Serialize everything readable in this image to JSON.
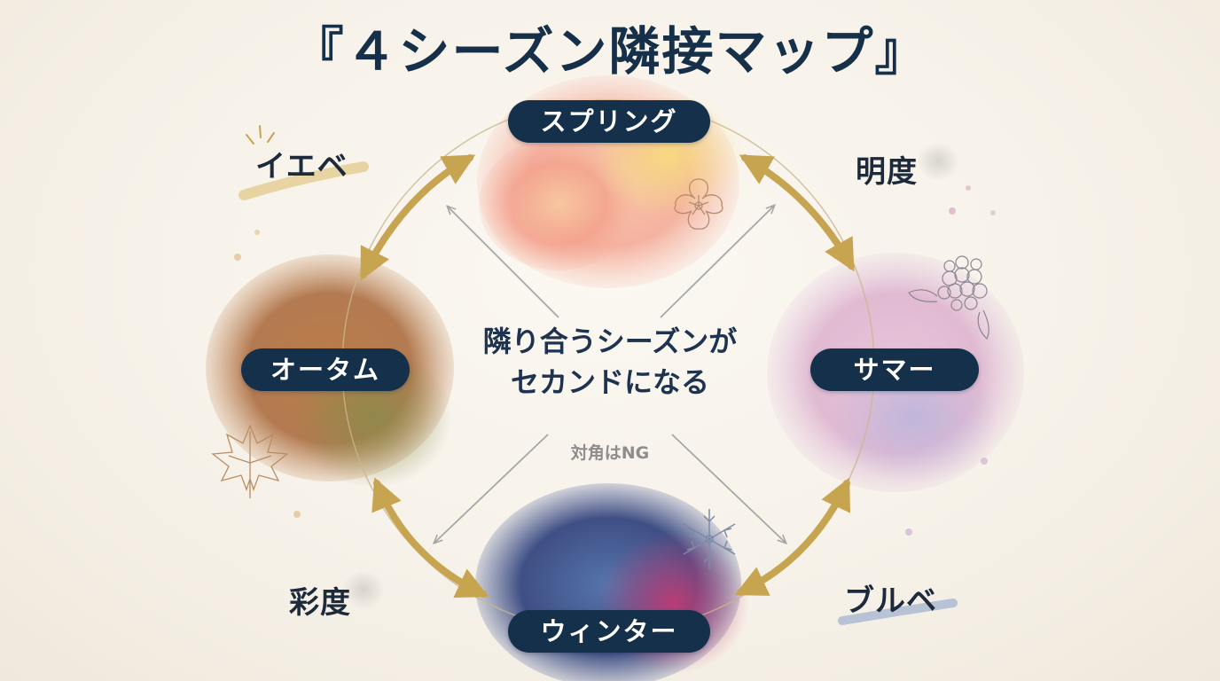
{
  "title": "『４シーズン隣接マップ』",
  "seasons": {
    "spring": "スプリング",
    "summer": "サマー",
    "autumn": "オータム",
    "winter": "ウィンター"
  },
  "corners": {
    "top_left": "イエベ",
    "top_right": "明度",
    "bottom_left": "彩度",
    "bottom_right": "ブルベ"
  },
  "center": {
    "line1": "隣り合うシーズンが",
    "line2": "セカンドになる",
    "note": "対角はNG"
  },
  "colors": {
    "navy": "#14304a",
    "gold": "#c7a450",
    "gray_arrow": "#a7a7a7",
    "spring": "#f3a58d",
    "summer": "#d9a9c8",
    "autumn": "#a96b3a",
    "winter": "#2c3d78"
  }
}
